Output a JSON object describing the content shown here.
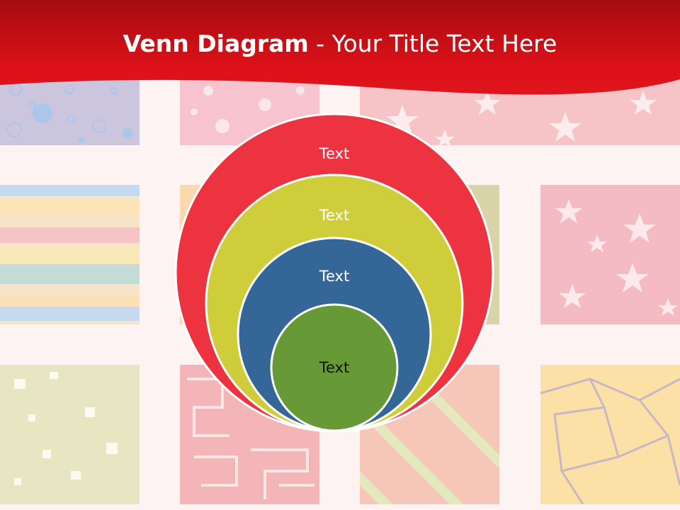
{
  "slide": {
    "title_bold": "Venn Diagram",
    "title_rest": " - Your Title Text Here"
  },
  "diagram": {
    "type": "nested-venn",
    "circles": [
      {
        "label": "Text",
        "fill": "#ee3340",
        "text_color": "#ffffff"
      },
      {
        "label": "Text",
        "fill": "#cfce3a",
        "text_color": "#ffffff"
      },
      {
        "label": "Text",
        "fill": "#346797",
        "text_color": "#ffffff"
      },
      {
        "label": "Text",
        "fill": "#679a36",
        "text_color": "#111111"
      }
    ]
  },
  "theme": {
    "header_red": "#d7111a",
    "background": "#fdf3f2"
  }
}
